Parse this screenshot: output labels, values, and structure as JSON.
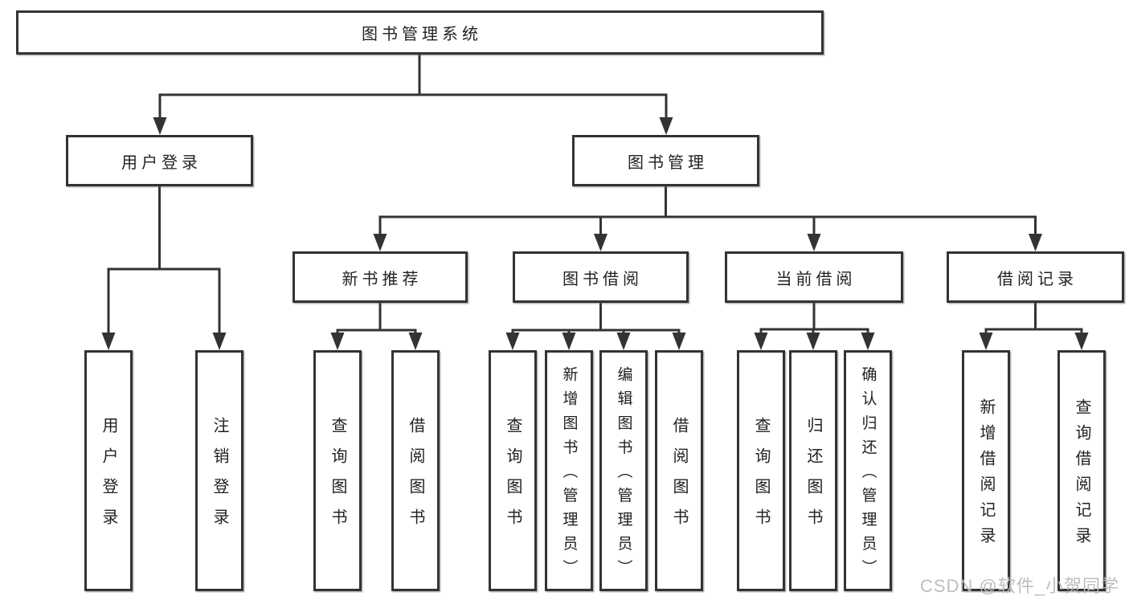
{
  "root": "图书管理系统",
  "branches": {
    "user_login": {
      "label": "用户登录",
      "children": [
        "用户登录",
        "注销登录"
      ]
    },
    "book_mgmt": {
      "label": "图书管理",
      "children": {
        "new_book": {
          "label": "新书推荐",
          "children": [
            "查询图书",
            "借阅图书"
          ]
        },
        "book_borrow": {
          "label": "图书借阅",
          "children": [
            "查询图书",
            "新增图书（管理员）",
            "编辑图书（管理员）",
            "借阅图书"
          ]
        },
        "current_borrow": {
          "label": "当前借阅",
          "children": [
            "查询图书",
            "归还图书",
            "确认归还（管理员）"
          ]
        },
        "borrow_record": {
          "label": "借阅记录",
          "children": [
            "新增借阅记录",
            "查询借阅记录"
          ]
        }
      }
    }
  },
  "watermark": "CSDN @软件_小贺同学",
  "colors": {
    "line": "#333333",
    "text": "#222222",
    "watermark": "#bababa",
    "background": "#ffffff"
  }
}
